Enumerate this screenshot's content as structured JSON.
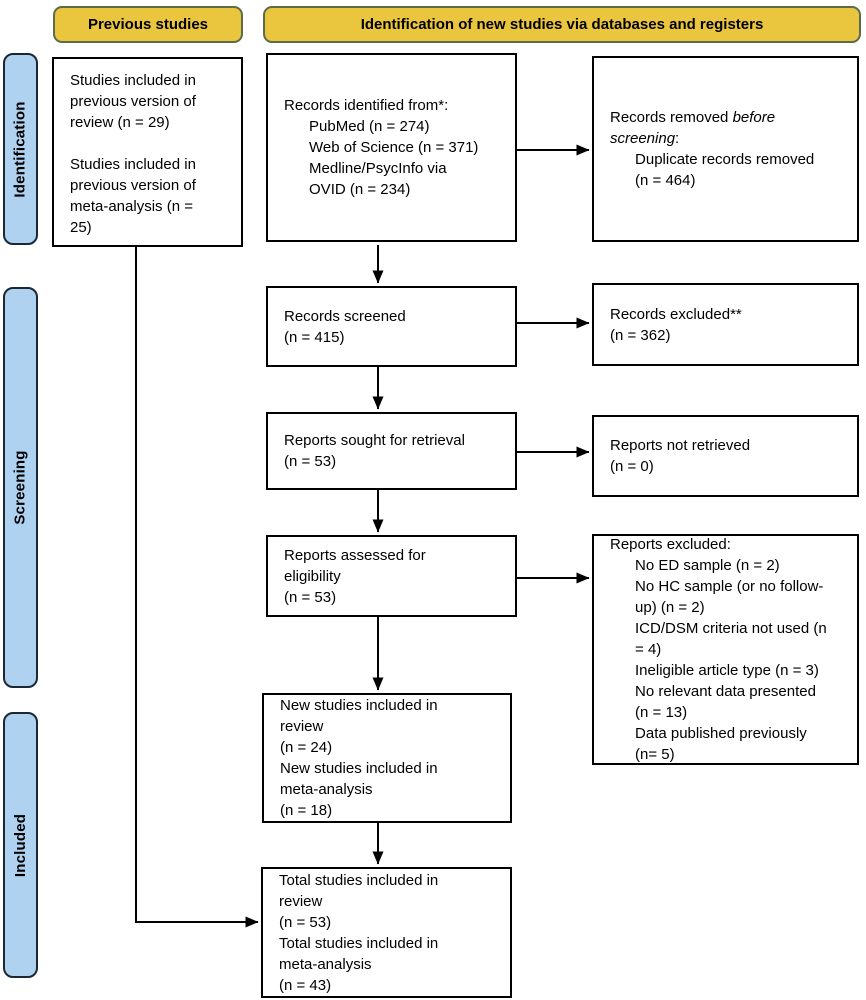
{
  "headers": {
    "previous": "Previous studies",
    "new_studies": "Identification of new studies via databases and registers"
  },
  "sidebar": {
    "identification": "Identification",
    "screening": "Screening",
    "included": "Included"
  },
  "boxes": {
    "previous_studies": "Studies included in\nprevious version of\nreview (n = 29)\n\nStudies included in\nprevious version of\nmeta-analysis (n =\n25)",
    "records_identified": "Records identified from*:\n      PubMed (n = 274)\n      Web of Science (n = 371)\n      Medline/PsycInfo via\n      OVID (n = 234)",
    "records_removed": {
      "prefix": "Records removed ",
      "italic": "before\nscreening",
      "suffix": ":",
      "detail": "\n      Duplicate records removed\n      (n = 464)"
    },
    "records_screened": "Records screened\n(n = 415)",
    "records_excluded": "Records excluded**\n(n = 362)",
    "reports_sought": "Reports sought for retrieval\n(n = 53)",
    "reports_not_retrieved": "Reports not retrieved\n(n = 0)",
    "reports_assessed": "Reports assessed for\neligibility\n(n = 53)",
    "reports_excluded": "Reports excluded:\n      No ED sample (n = 2)\n      No HC sample (or no follow-\n      up) (n = 2)\n      ICD/DSM criteria not used (n\n      = 4)\n      Ineligible article type (n = 3)\n      No relevant data presented\n      (n = 13)\n      Data published previously\n      (n= 5)",
    "new_studies": "New studies included in\nreview\n(n = 24)\nNew studies included in\nmeta-analysis\n(n = 18)",
    "total_studies": "Total studies included in\nreview\n(n = 53)\nTotal studies included in\nmeta-analysis\n(n = 43)"
  },
  "colors": {
    "header_fill": "#eac53e",
    "header_border": "#5c6b4a",
    "sidebar_fill": "#afd2f0",
    "sidebar_border": "#1b2834",
    "box_border": "#000000",
    "arrow": "#000000",
    "background": "#ffffff"
  }
}
